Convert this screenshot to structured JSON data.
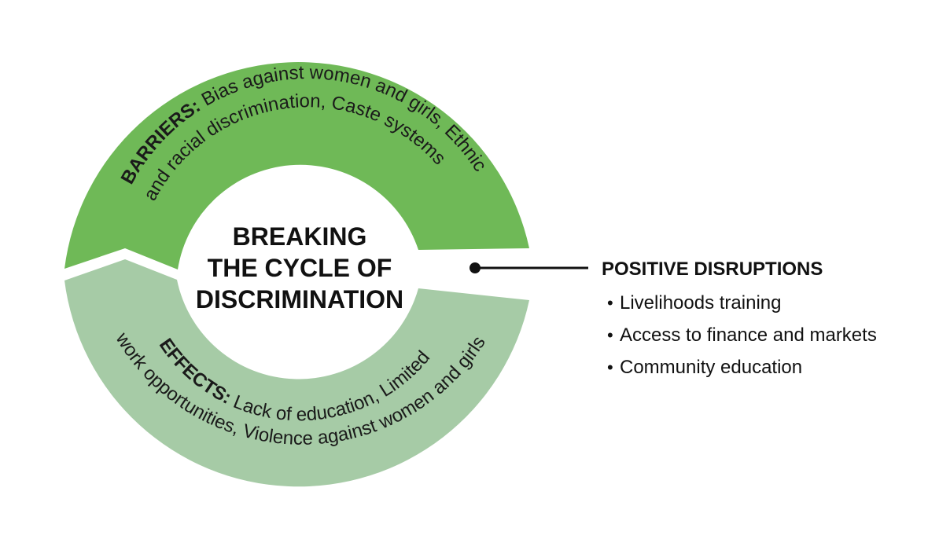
{
  "title": {
    "lines": [
      "BREAKING",
      "THE CYCLE OF",
      "DISCRIMINATION"
    ]
  },
  "barriers": {
    "label": "BARRIERS:",
    "line1_rest": " Bias against women and girls, Ethnic",
    "line2": "and racial discrimination, Caste systems",
    "color": "#6fb957"
  },
  "effects": {
    "label": "EFFECTS:",
    "line1_rest": "  Lack of education, Limited",
    "line2": "work opportunities, Violence against women and girls",
    "color": "#a6cba6"
  },
  "positive_disruptions": {
    "heading": "POSITIVE DISRUPTIONS",
    "items": [
      "Livelihoods training",
      "Access to finance and markets",
      "Community education"
    ]
  }
}
